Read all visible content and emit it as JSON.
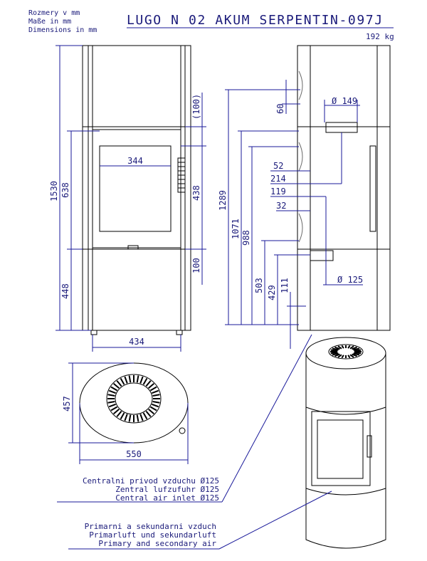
{
  "header": {
    "units_cz": "Rozmery v mm",
    "units_de": "Maße in mm",
    "units_en": "Dimensions in mm",
    "title": "LUGO N 02 AKUM SERPENTIN-097J",
    "weight": "192 kg"
  },
  "front_view": {
    "total_height": "1530",
    "upper_height": "638",
    "lower_height": "448",
    "door_opening_width": "344",
    "door_height": "438",
    "top_offset": "(100)",
    "bottom_offset": "100",
    "base_width": "434"
  },
  "side_view": {
    "flue_diameter": "Ø 149",
    "dim_60": "60",
    "dim_1289": "1289",
    "dim_1071": "1071",
    "dim_988": "988",
    "dim_503": "503",
    "dim_429": "429",
    "dim_111": "111",
    "dim_52": "52",
    "dim_214": "214",
    "dim_119": "119",
    "dim_32": "32",
    "air_inlet_diameter": "Ø 125"
  },
  "top_view": {
    "depth": "457",
    "width": "550"
  },
  "notes": {
    "central_air_cz": "Centralni privod vzduchu Ø125",
    "central_air_de": "Zentral lufzufuhr Ø125",
    "central_air_en": "Central air inlet Ø125",
    "primary_air_cz": "Primarni a sekundarni vzduch",
    "primary_air_de": "Primarluft und sekundarluft",
    "primary_air_en": "Primary and secondary air"
  }
}
